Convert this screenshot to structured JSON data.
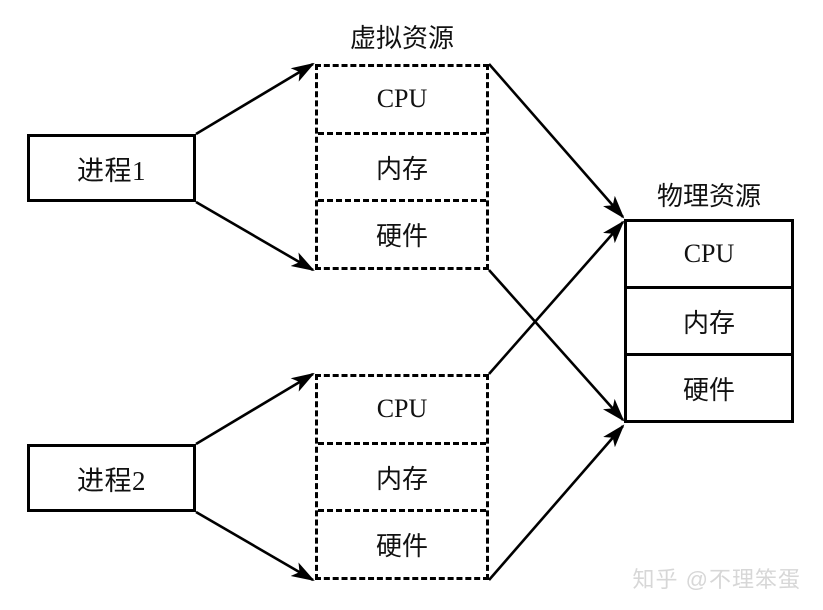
{
  "diagram": {
    "title_virtual": "虚拟资源",
    "title_physical": "物理资源",
    "processes": [
      {
        "label": "进程1"
      },
      {
        "label": "进程2"
      }
    ],
    "virtual_stacks": [
      {
        "rows": [
          "CPU",
          "内存",
          "硬件"
        ]
      },
      {
        "rows": [
          "CPU",
          "内存",
          "硬件"
        ]
      }
    ],
    "physical_stack": {
      "rows": [
        "CPU",
        "内存",
        "硬件"
      ]
    },
    "colors": {
      "stroke": "#000000",
      "background": "#ffffff",
      "watermark": "#d7d7d7"
    }
  },
  "watermark": {
    "text": "知乎 @不理笨蛋"
  }
}
